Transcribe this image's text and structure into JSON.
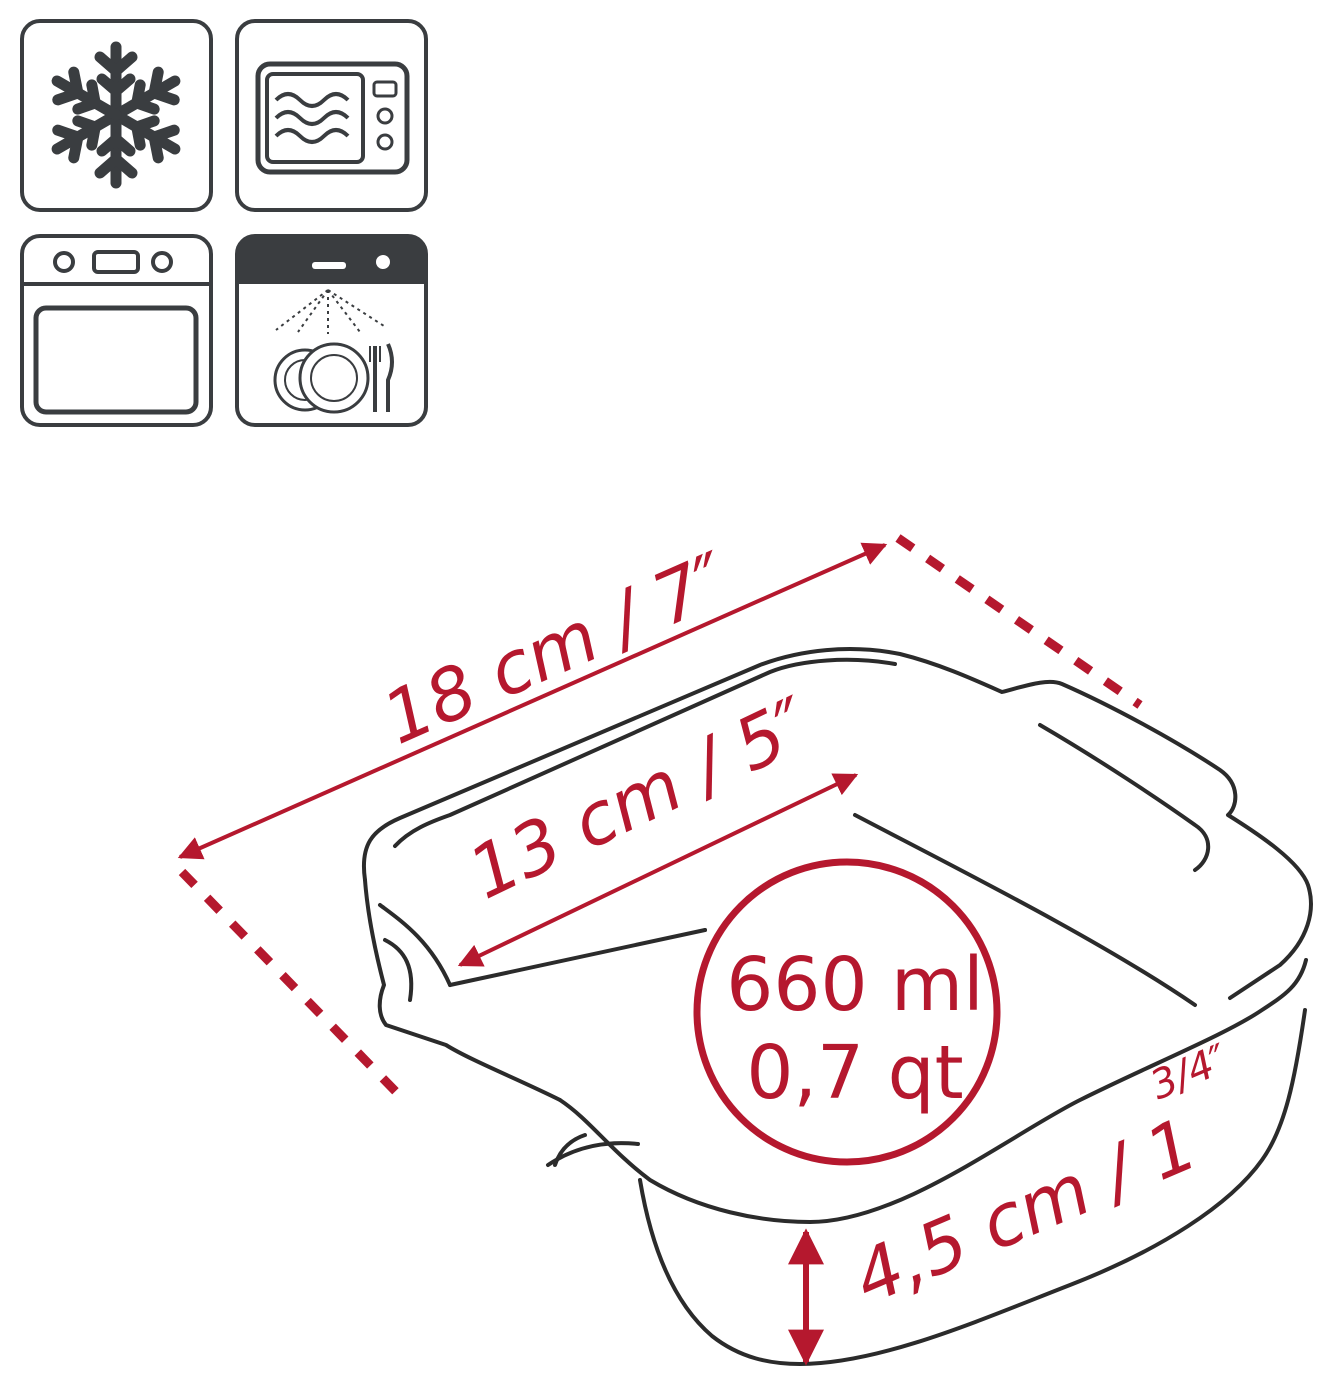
{
  "icons": [
    {
      "name": "freezer-safe",
      "icon": "snowflake-icon"
    },
    {
      "name": "microwave-safe",
      "icon": "microwave-icon"
    },
    {
      "name": "oven-safe",
      "icon": "oven-icon"
    },
    {
      "name": "dishwasher-safe",
      "icon": "dishwasher-icon"
    }
  ],
  "dimensions": {
    "outer_length": "18 cm / 7″",
    "inner_length": "13 cm / 5″",
    "height_main": "4,5 cm / 1",
    "height_fraction": "3/4″"
  },
  "capacity": {
    "ml": "660 ml",
    "qt": "0,7 qt"
  },
  "colors": {
    "accent": "#b5182e",
    "icon_stroke": "#3a3d40",
    "outline": "#2b2b2b"
  }
}
